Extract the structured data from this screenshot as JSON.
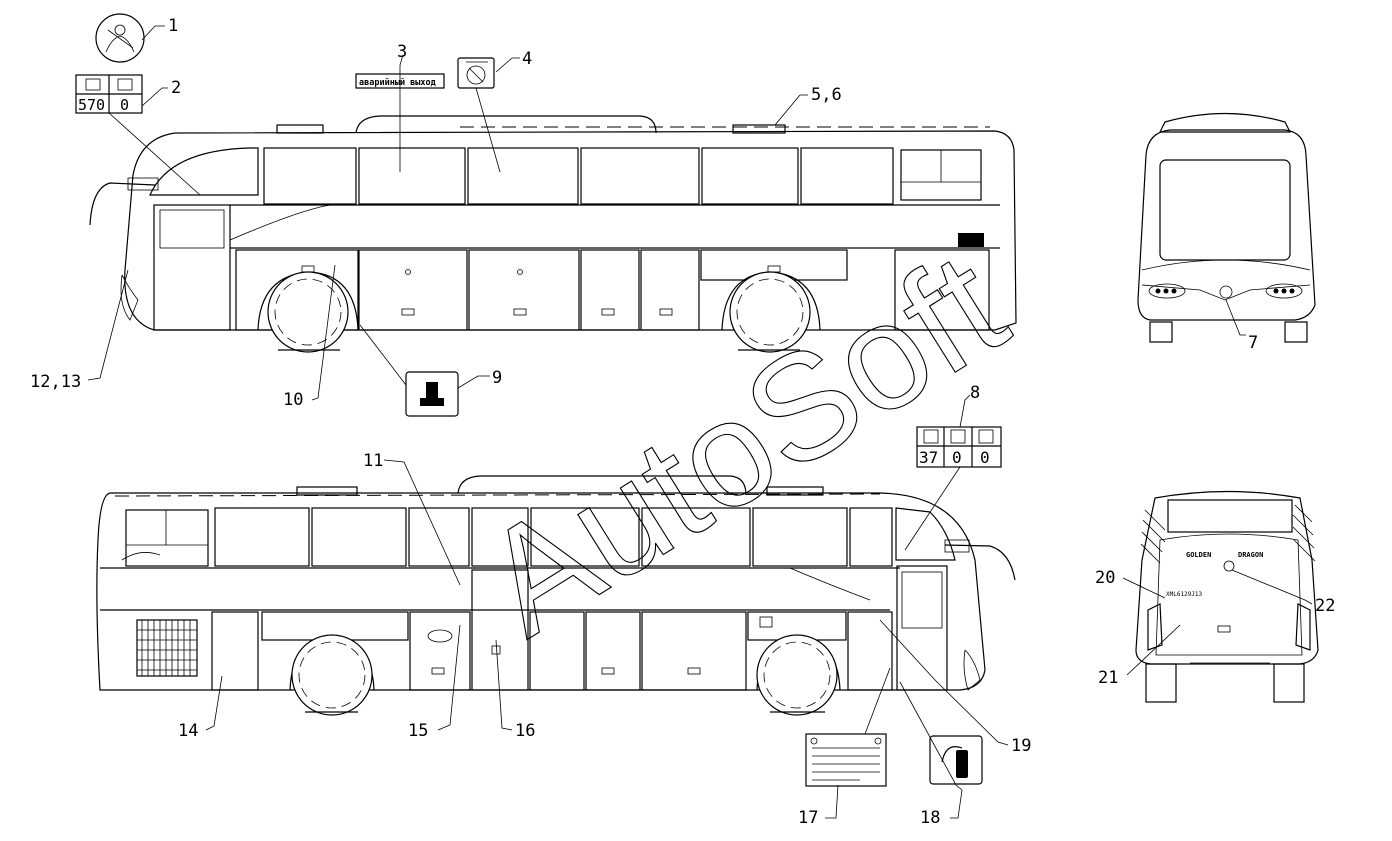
{
  "callouts": {
    "c1": "1",
    "c2": "2",
    "c3": "3",
    "c4": "4",
    "c56": "5,6",
    "c7": "7",
    "c8": "8",
    "c9": "9",
    "c10": "10",
    "c11": "11",
    "c1213": "12,13",
    "c14": "14",
    "c15": "15",
    "c16": "16",
    "c17": "17",
    "c18": "18",
    "c19": "19",
    "c20": "20",
    "c21": "21",
    "c22": "22"
  },
  "label_2": {
    "value_a": "570",
    "value_b": "0"
  },
  "label_3": {
    "text": "аварийный выход"
  },
  "label_8": {
    "v1": "37",
    "v2": "0",
    "v3": "0"
  },
  "rear_view": {
    "brand_left": "GOLDEN",
    "brand_right": "DRAGON",
    "model": "XML6129J13"
  },
  "watermark": "AutoSoft"
}
